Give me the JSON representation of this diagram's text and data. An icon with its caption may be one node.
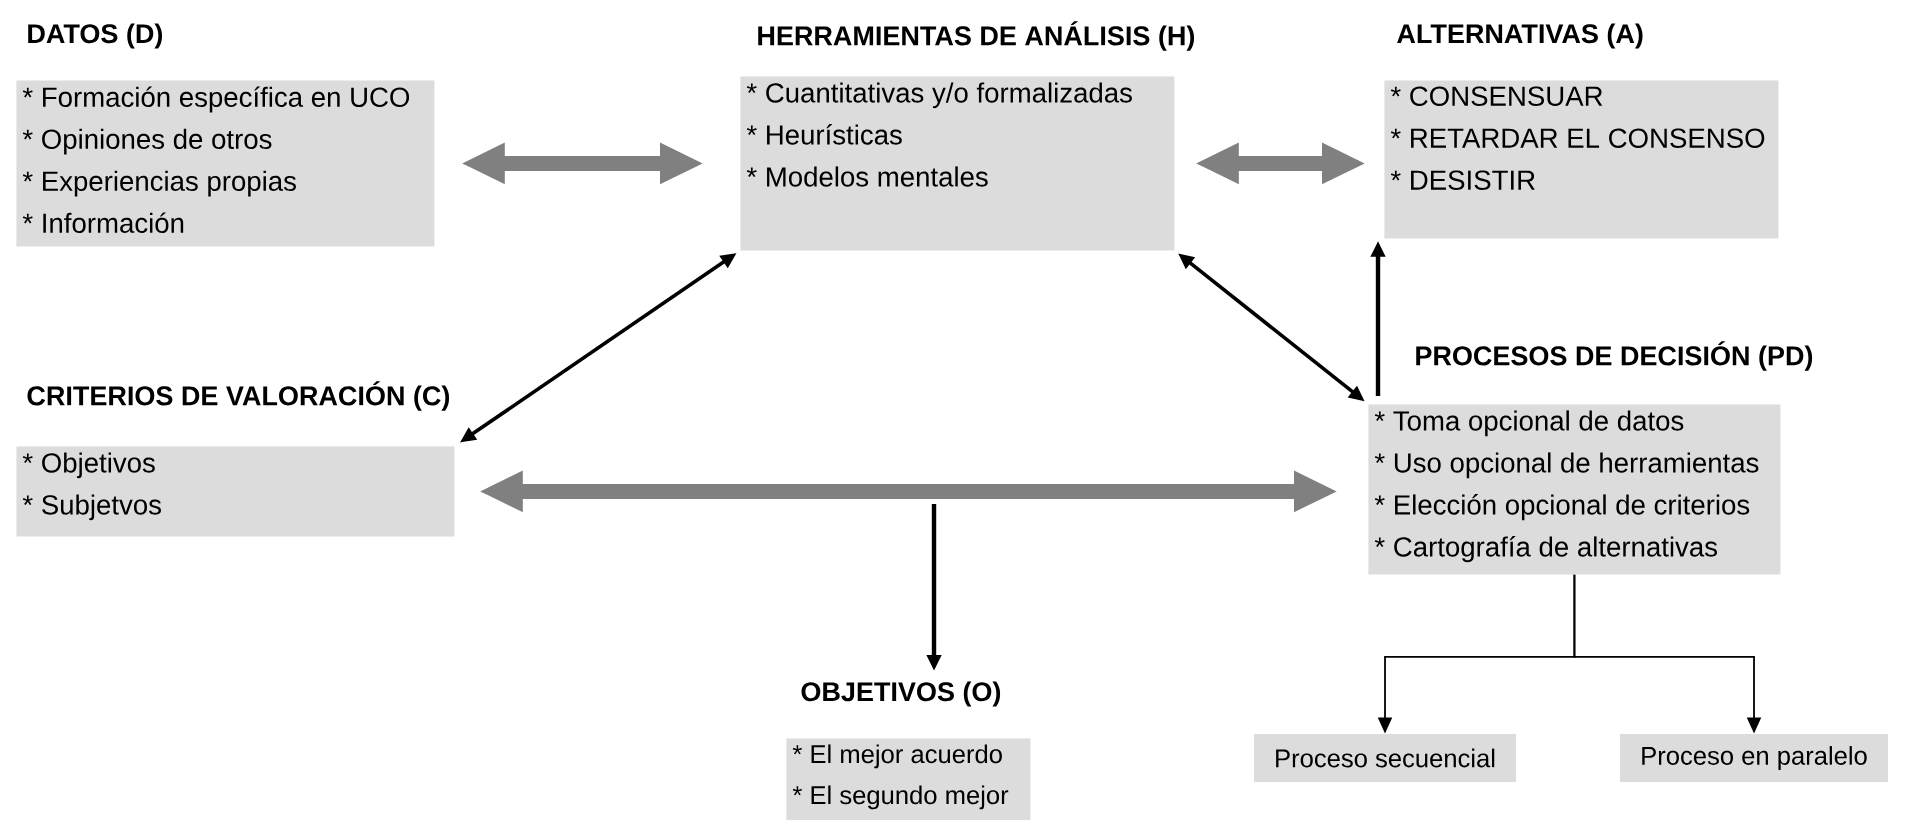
{
  "diagram": {
    "nodes": [
      {
        "text": [
          "DATOS (D)",
          "* Formación específica en UCO",
          "* Opiniones de otros",
          "* Experiencias propias",
          "* Información"
        ]
      },
      {
        "text": [
          "HERRAMIENTAS DE ANÁLISIS (H)",
          "* Cuantitativas y/o formalizadas",
          "* Heurísticas",
          "* Modelos mentales"
        ]
      },
      {
        "text": [
          "ALTERNATIVAS (A)",
          "* CONSENSUAR",
          "* RETARDAR EL CONSENSO",
          "* DESISTIR"
        ]
      },
      {
        "text": [
          "CRITERIOS DE VALORACIÓN (C)",
          "* Objetivos",
          "* Subjetvos"
        ]
      },
      {
        "text": [
          "PROCESOS DE DECISIÓN (PD)",
          "* Toma opcional de datos",
          "* Uso opcional de herramientas",
          "* Elección opcional de criterios",
          "* Cartografía de alternativas"
        ]
      },
      {
        "text": [
          "OBJETIVOS (O)",
          "* El mejor acuerdo",
          "* El segundo mejor"
        ]
      },
      {
        "text": [
          "Proceso secuencial"
        ]
      },
      {
        "text": [
          "Proceso en paralelo"
        ]
      }
    ],
    "edges": [
      {
        "from": 0,
        "to": 1,
        "arrow": "both",
        "style": "thick",
        "color": "#808080"
      },
      {
        "from": 1,
        "to": 2,
        "arrow": "both",
        "style": "thick",
        "color": "#808080"
      },
      {
        "from": 3,
        "to": 1,
        "arrow": "both"
      },
      {
        "from": 1,
        "to": 4,
        "arrow": "both"
      },
      {
        "from": 4,
        "to": 2,
        "arrow": "to"
      },
      {
        "from": 3,
        "to": 4,
        "arrow": "both",
        "style": "thick",
        "color": "#808080"
      },
      {
        "from": null,
        "to": 5,
        "arrow": "to"
      },
      {
        "from": 4,
        "to": 6,
        "arrow": "to"
      },
      {
        "from": 4,
        "to": 7,
        "arrow": "to"
      }
    ]
  }
}
